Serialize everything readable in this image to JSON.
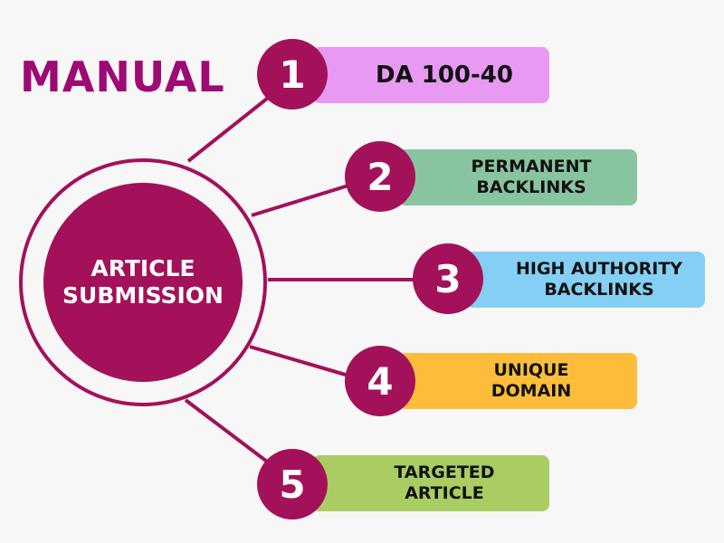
{
  "title": "MANUAL",
  "center": {
    "line1": "ARTICLE",
    "line2": "SUBMISSION"
  },
  "items": [
    {
      "number": "1",
      "line1": "DA 100-40",
      "line2": "",
      "color": "#e899f2"
    },
    {
      "number": "2",
      "line1": "PERMANENT",
      "line2": "BACKLINKS",
      "color": "#87c49f"
    },
    {
      "number": "3",
      "line1": "HIGH AUTHORITY",
      "line2": "BACKLINKS",
      "color": "#84cff3"
    },
    {
      "number": "4",
      "line1": "UNIQUE",
      "line2": "DOMAIN",
      "color": "#fdbd3b"
    },
    {
      "number": "5",
      "line1": "TARGETED",
      "line2": "ARTICLE",
      "color": "#aacd63"
    }
  ],
  "colors": {
    "accent": "#a3115a",
    "title": "#9e0a73"
  }
}
